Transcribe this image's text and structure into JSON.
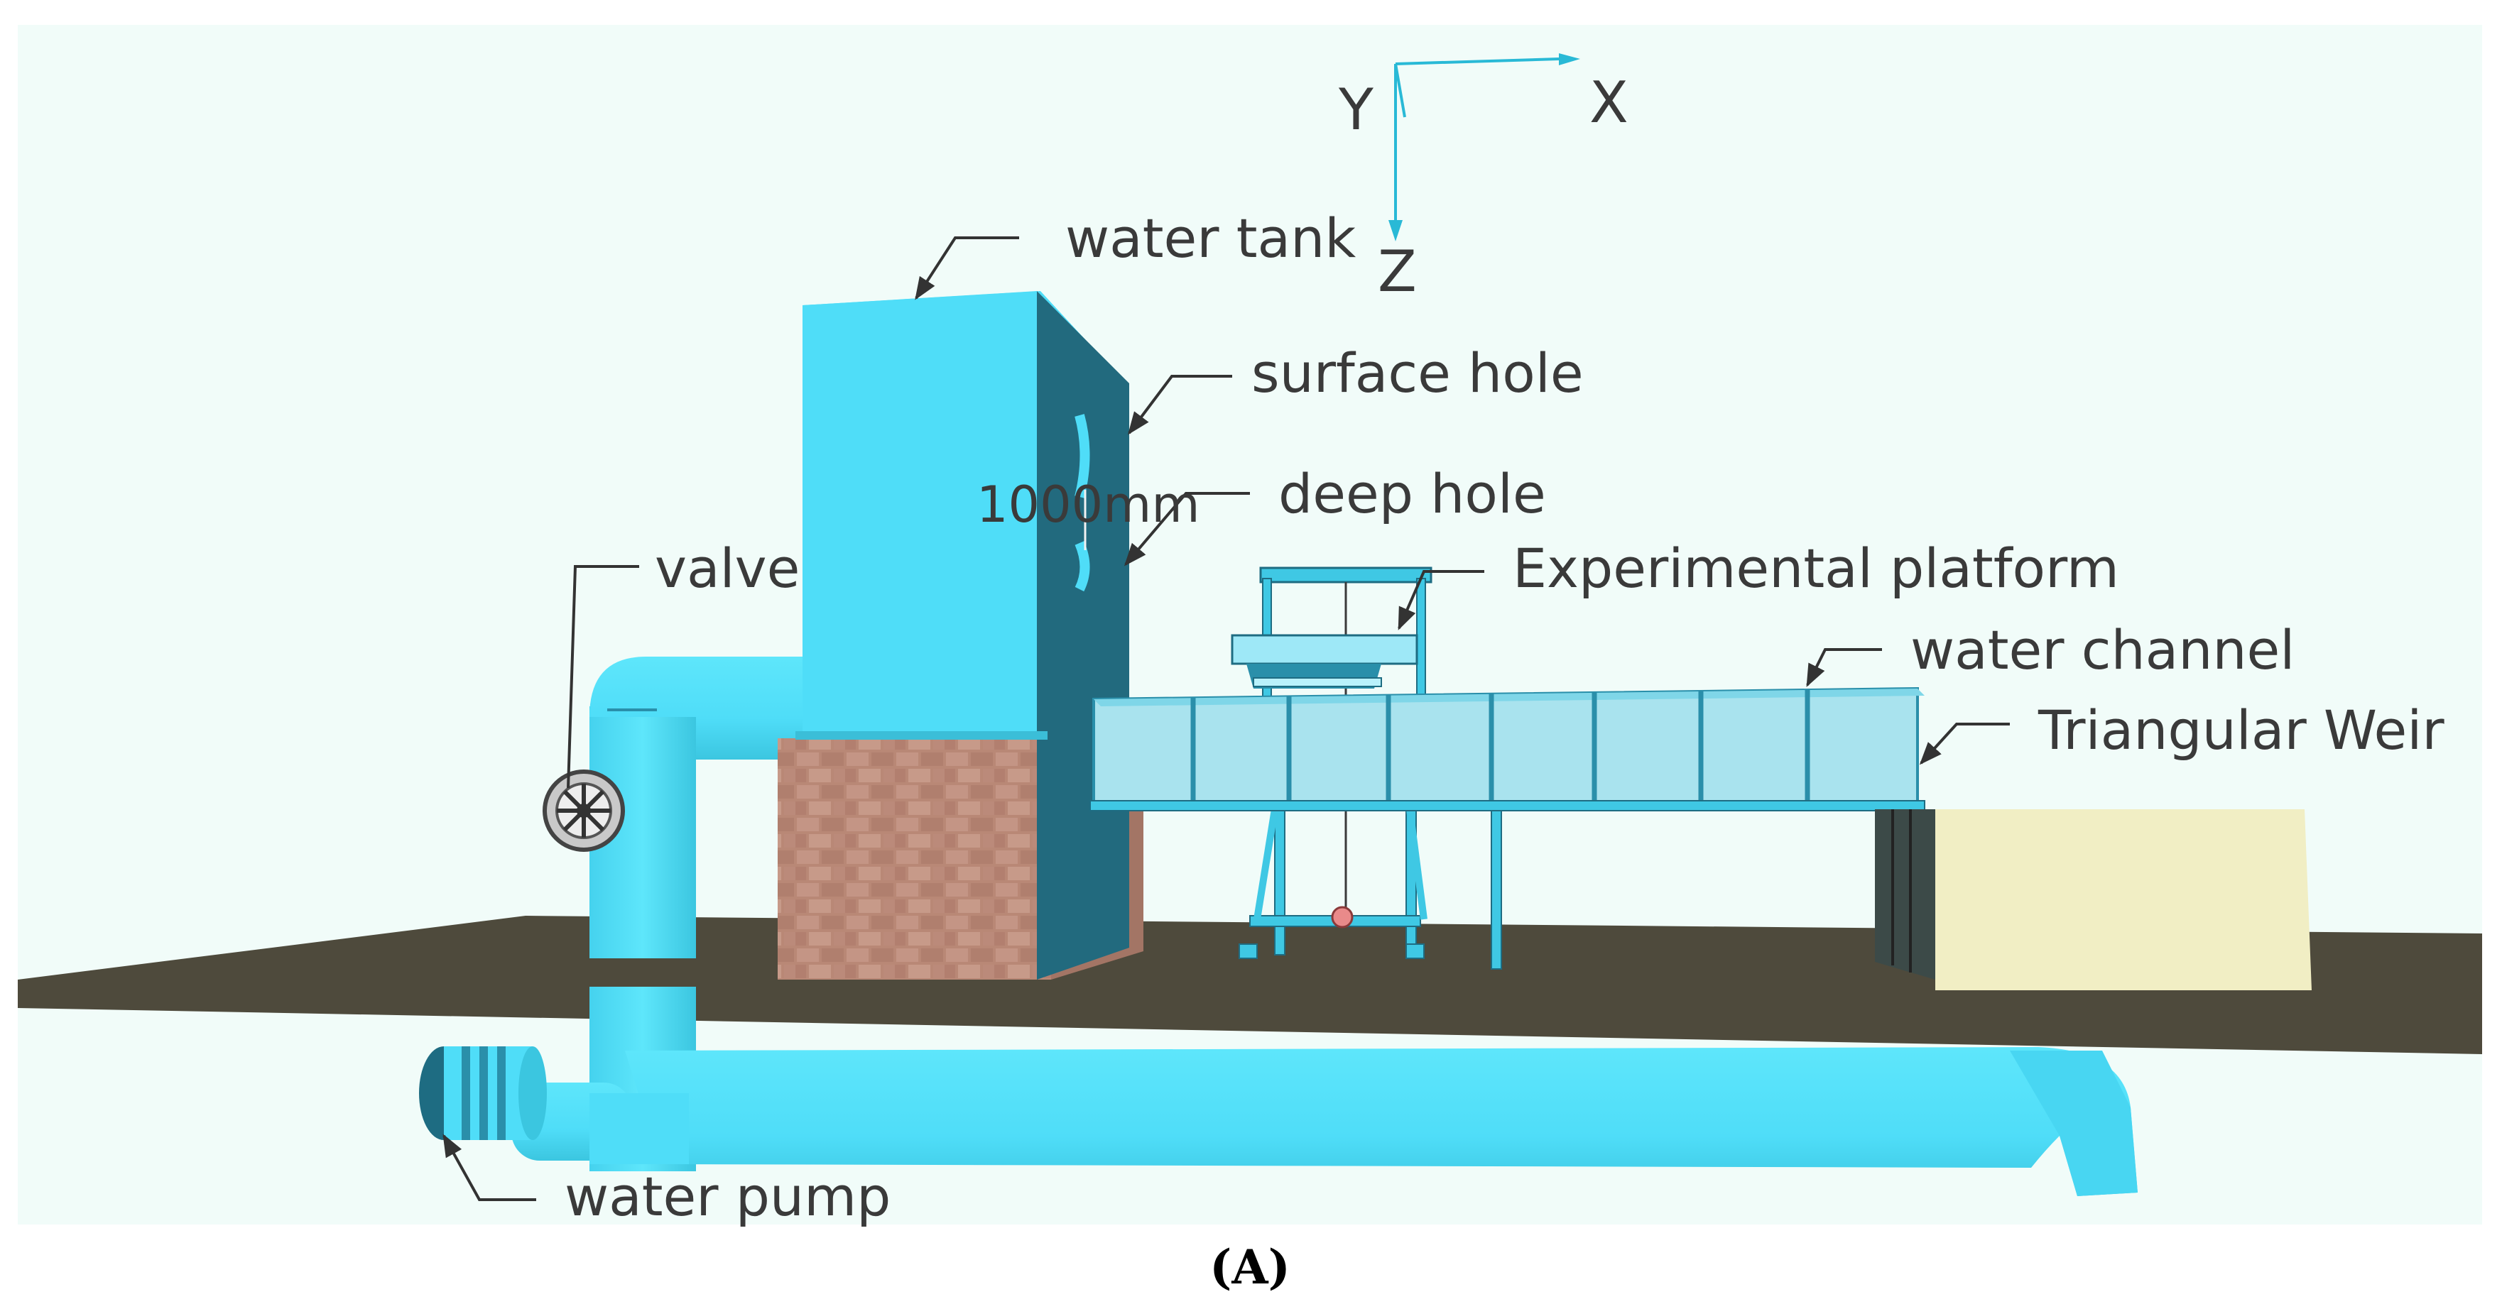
{
  "axes": {
    "x": "X",
    "y": "Y",
    "z": "Z"
  },
  "labels": {
    "water_tank": "water tank",
    "surface_hole": "surface hole",
    "dimension": "1000mm",
    "deep_hole": "deep hole",
    "valve": "valve",
    "experimental_platform": "Experimental platform",
    "water_channel": "water channel",
    "triangular_weir": "Triangular Weir",
    "water_pump": "water pump"
  },
  "caption": "(A)",
  "colors": {
    "background": "#F1FCF9",
    "pipe": "#4FDDF8",
    "pipe_shadow": "#38BFDA",
    "tank_front": "#4FDDF8",
    "tank_side": "#226A7E",
    "ground": "#4E4A3C",
    "brick": "#B98876",
    "weir_box": "#F1EEC4",
    "channel_glass": "#A9E3EE",
    "frame": "#3FC8E4",
    "leader": "#333333"
  }
}
